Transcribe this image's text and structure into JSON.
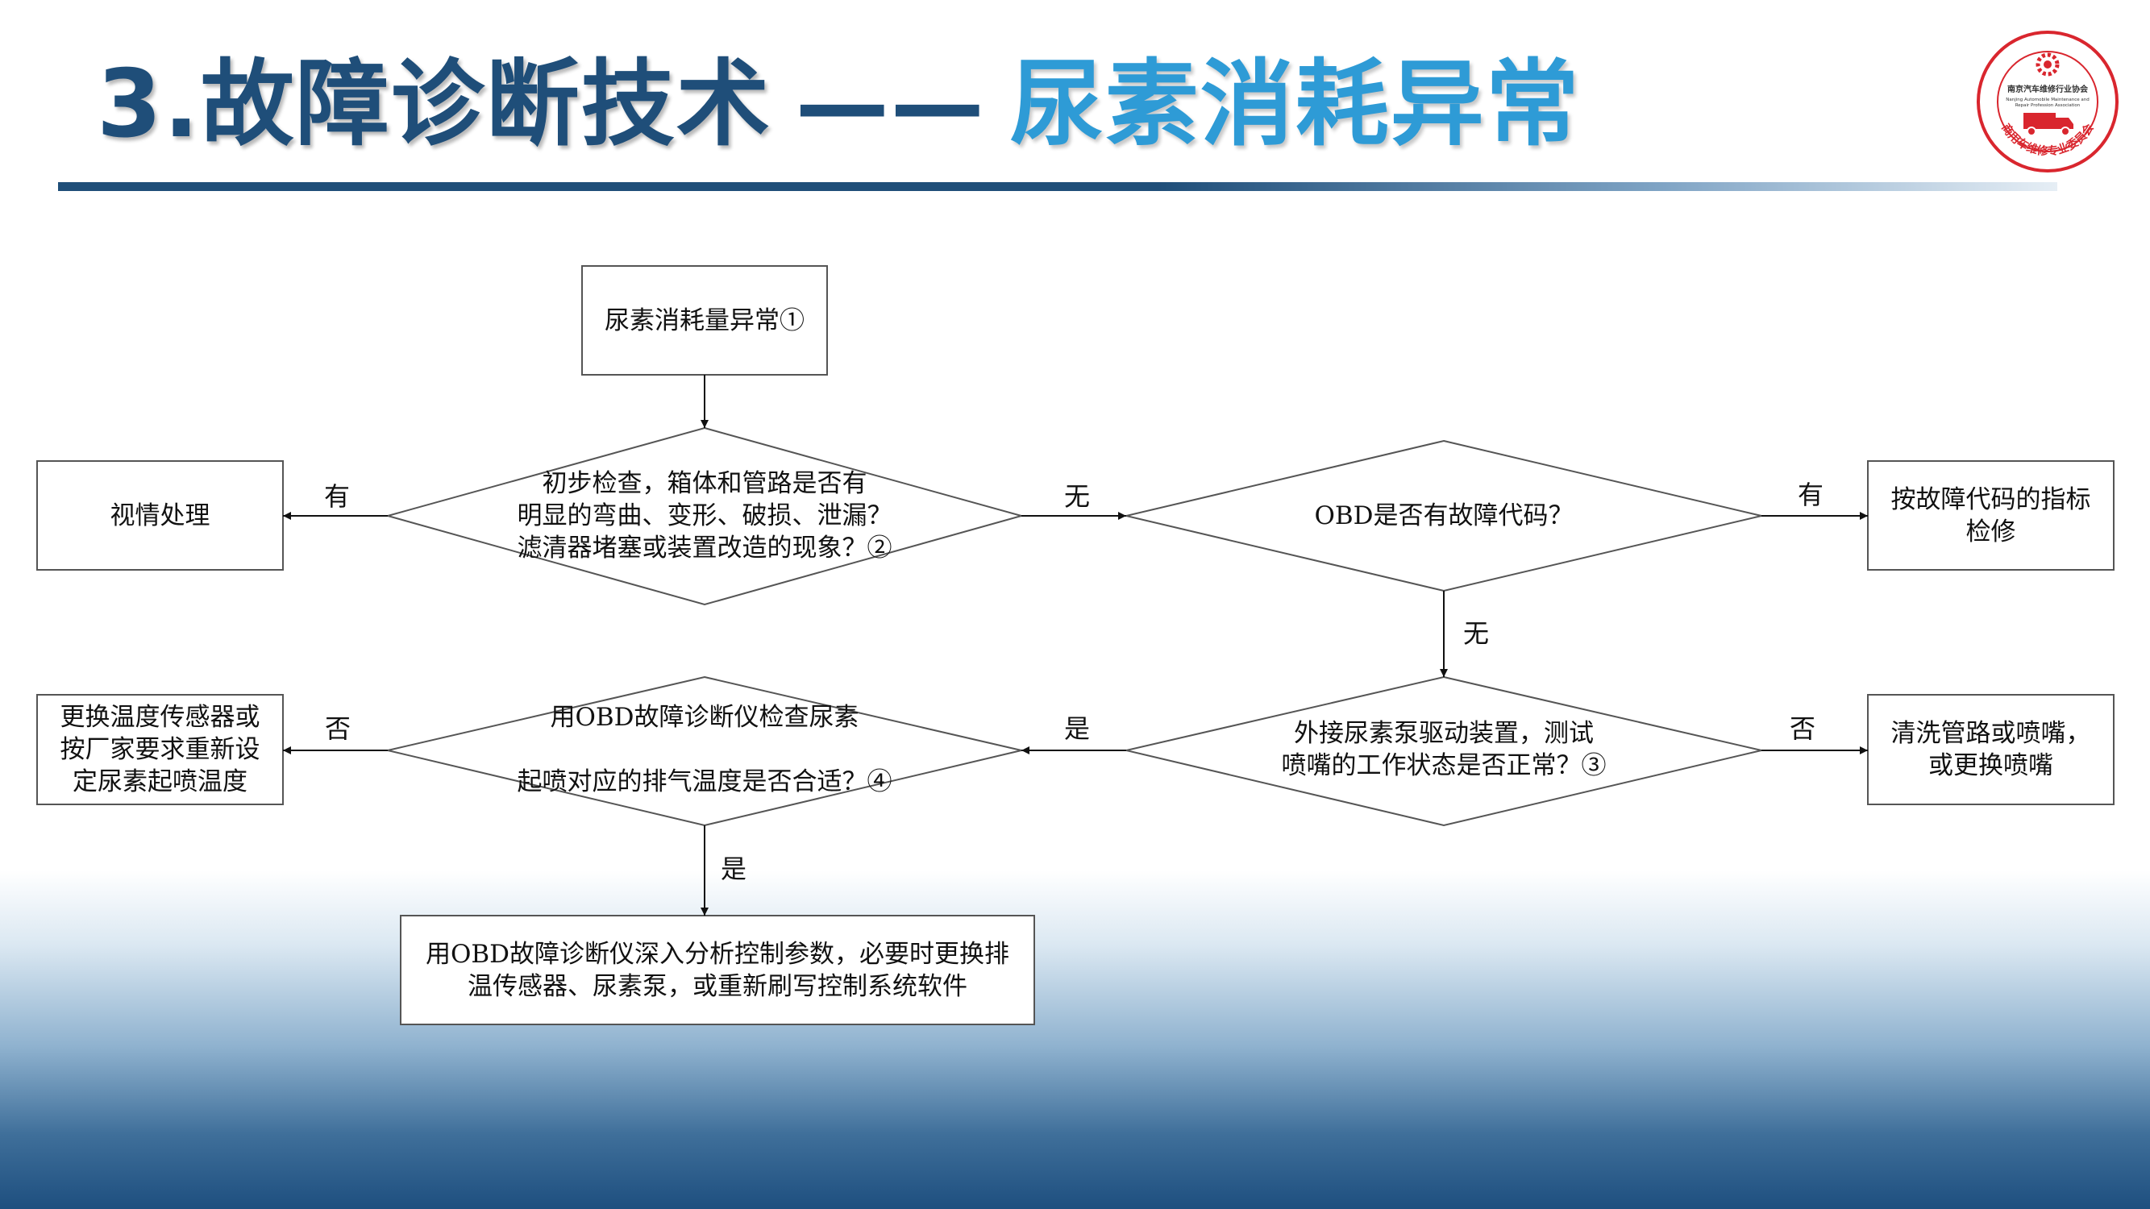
{
  "header": {
    "title_main": "3.故障诊断技术",
    "title_sep": "——",
    "title_sub": "尿素消耗异常"
  },
  "logo": {
    "org_cn": "南京汽车维修行业协会",
    "org_en_1": "Nanjing Automobile Maintenance and",
    "org_en_2": "Repair Profession Association",
    "bottom_text": "商用车维修专业委员会",
    "icon": "truck-icon",
    "color": "#d9262e"
  },
  "flowchart": {
    "nodes": {
      "start": "尿素消耗量异常①",
      "check_pipes": "初步检查，箱体和管路是否有\n明显的弯曲、变形、破损、泄漏？\n滤清器堵塞或装置改造的现象？②",
      "handle": "视情处理",
      "obd_code": "OBD是否有故障代码？",
      "repair_by_code": "按故障代码的指标\n检修",
      "pump_test": "外接尿素泵驱动装置，测试\n喷嘴的工作状态是否正常？③",
      "clean_nozzle": "清洗管路或喷嘴，\n或更换喷嘴",
      "temp_check": "用OBD故障诊断仪检查尿素\n\n起喷对应的排气温度是否合适？④",
      "replace_sensor": "更换温度传感器或\n按厂家要求重新设\n定尿素起喷温度",
      "deep_analysis": "用OBD故障诊断仪深入分析控制参数，必要时更换排\n温传感器、尿素泵，或重新刷写控制系统软件"
    },
    "edge_labels": {
      "check_to_handle": "有",
      "check_to_obd": "无",
      "obd_to_repair": "有",
      "obd_to_pump": "无",
      "pump_to_clean": "否",
      "pump_to_temp": "是",
      "temp_to_replace": "否",
      "temp_to_deep": "是"
    }
  }
}
